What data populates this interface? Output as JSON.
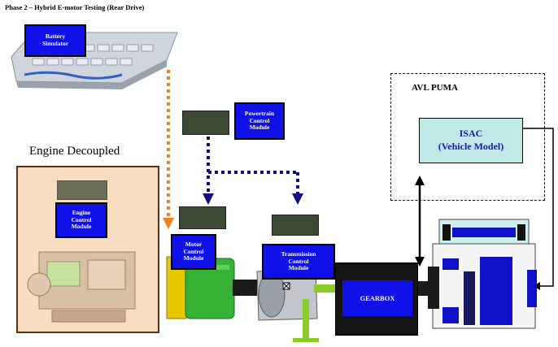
{
  "title": "Phase 2 – Hybrid E-motor Testing (Rear Drive)",
  "battery": {
    "label": "Battery\nSimulator"
  },
  "pcm": {
    "label": "Powertrain\nControl\nModule"
  },
  "engine": {
    "heading": "Engine Decoupled",
    "ecm_label": "Engine\nControl\nModule"
  },
  "mcm": {
    "label": "Motor\nControl\nModule"
  },
  "tcm": {
    "label": "Transmission\nControl\nModule"
  },
  "gearbox": {
    "label": "GEARBOX"
  },
  "avl": {
    "title": "AVL PUMA",
    "isac_label": "ISAC\n(Vehicle Model)"
  },
  "colors": {
    "module_blue": "#1010e8",
    "arrow_orange": "#f08020",
    "arrow_navy": "#101080",
    "isac_fill": "#bfe9e6"
  }
}
